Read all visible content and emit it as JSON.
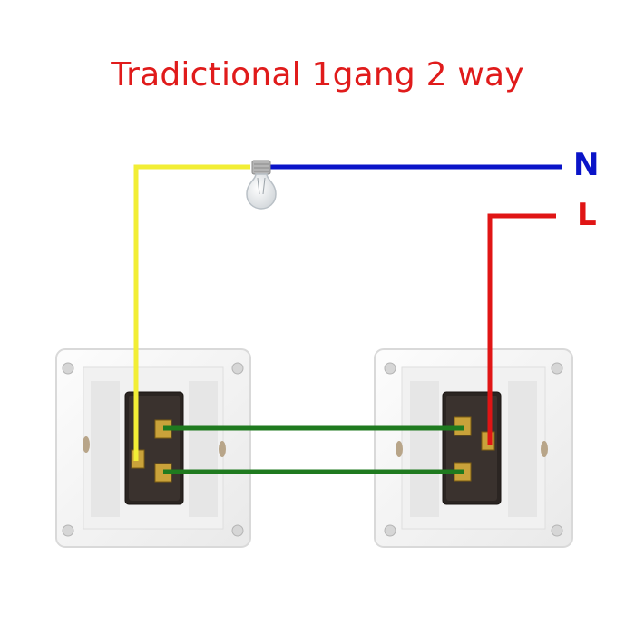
{
  "title": "Tradictional 1gang 2 way",
  "labels": {
    "neutral": "N",
    "live": "L"
  },
  "colors": {
    "title": "#e01b1b",
    "neutral_wire": "#0a14c8",
    "live_wire": "#e01515",
    "load_wire": "#f2ee35",
    "traveler_wire": "#1f7a1f",
    "neutral_label": "#0a14c8",
    "live_label": "#e01515"
  },
  "components": {
    "lamp": "light-bulb-icon",
    "switch_1": "one-gang-switch",
    "switch_2": "one-gang-switch"
  }
}
